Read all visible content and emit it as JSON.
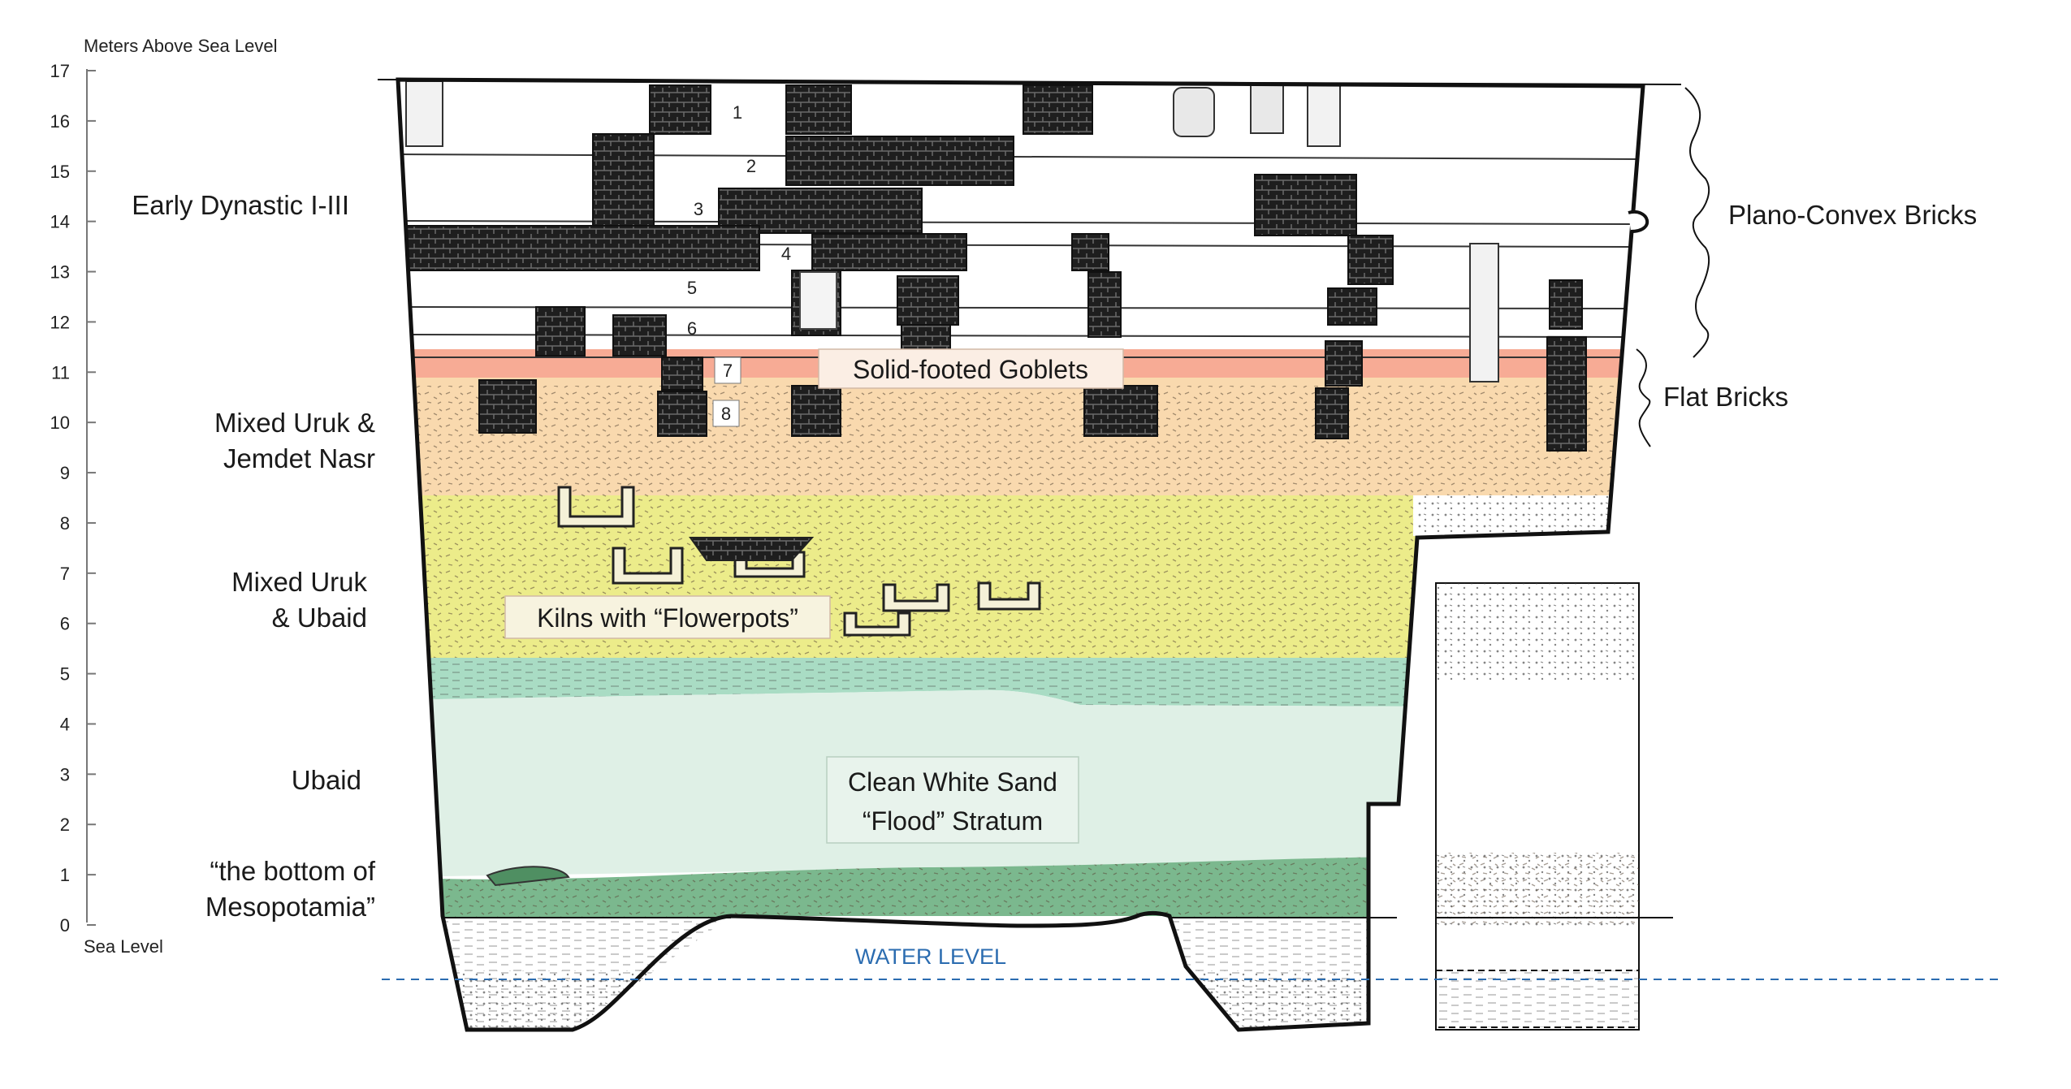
{
  "axis": {
    "title": "Meters Above Sea Level",
    "bottom_label": "Sea Level",
    "ticks": [
      "0",
      "1",
      "2",
      "3",
      "4",
      "5",
      "6",
      "7",
      "8",
      "9",
      "10",
      "11",
      "12",
      "13",
      "14",
      "15",
      "16",
      "17"
    ]
  },
  "periods": {
    "early_dynastic": "Early Dynastic I-III",
    "uruk_jemdet_1": "Mixed Uruk &",
    "uruk_jemdet_2": "Jemdet Nasr",
    "uruk_ubaid_1": "Mixed Uruk",
    "uruk_ubaid_2": "& Ubaid",
    "ubaid": "Ubaid",
    "bottom_1": "“the bottom of",
    "bottom_2": "Mesopotamia”"
  },
  "brick_types": {
    "plano_convex": "Plano-Convex Bricks",
    "flat": "Flat Bricks"
  },
  "annotations": {
    "goblets": "Solid-footed Goblets",
    "kilns": "Kilns with “Flowerpots”",
    "sand_1": "Clean White Sand",
    "sand_2": "“Flood” Stratum",
    "water": "WATER LEVEL"
  },
  "floor_numbers": [
    "1",
    "2",
    "3",
    "4",
    "5",
    "6",
    "7",
    "8"
  ],
  "colors": {
    "jemdet_nasr_band": "#f9d9ae",
    "goblet_band": "#f7ab95",
    "uruk_ubaid_band": "#ecec8a",
    "ubaid_teal_band": "#a9dcc4",
    "flood_sand_band": "#dff0e6",
    "bottom_green_band": "#7bb88e",
    "water_line": "#2b6cb0",
    "brick": "#2a2a2a"
  }
}
